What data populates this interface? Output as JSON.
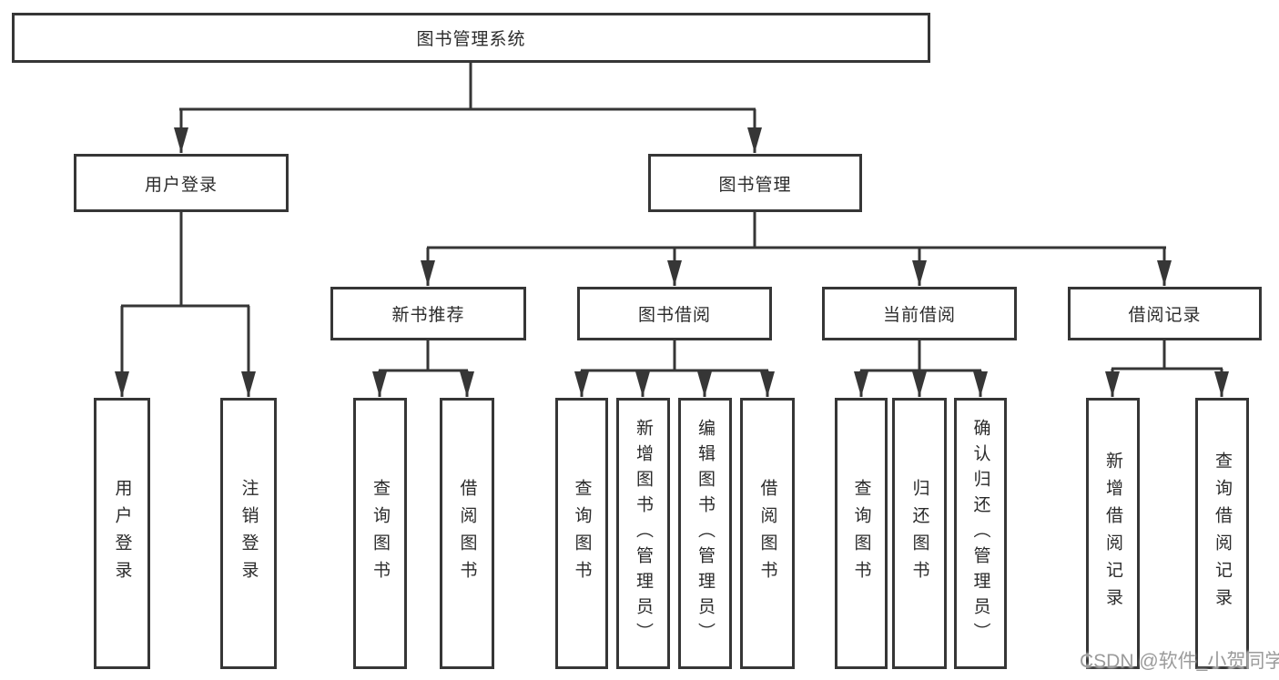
{
  "nodes": {
    "root": {
      "label": "图书管理系统"
    },
    "user_login": {
      "label": "用户登录"
    },
    "book_management": {
      "label": "图书管理"
    },
    "new_book_recommend": {
      "label": "新书推荐"
    },
    "book_borrow": {
      "label": "图书借阅"
    },
    "current_borrow": {
      "label": "当前借阅"
    },
    "borrow_records": {
      "label": "借阅记录"
    },
    "leaf_user_login": {
      "label": "用户登录"
    },
    "leaf_logout": {
      "label": "注销登录"
    },
    "leaf_nbr_query_book": {
      "label": "查询图书"
    },
    "leaf_nbr_borrow_book": {
      "label": "借阅图书"
    },
    "leaf_bb_query_book": {
      "label": "查询图书"
    },
    "leaf_bb_add_book": {
      "label": "新增图书（管理员）"
    },
    "leaf_bb_edit_book": {
      "label": "编辑图书（管理员）"
    },
    "leaf_bb_borrow_book": {
      "label": "借阅图书"
    },
    "leaf_cb_query_book": {
      "label": "查询图书"
    },
    "leaf_cb_return_book": {
      "label": "归还图书"
    },
    "leaf_cb_confirm_return": {
      "label": "确认归还（管理员）"
    },
    "leaf_br_add_record": {
      "label": "新增借阅记录"
    },
    "leaf_br_query_record": {
      "label": "查询借阅记录"
    }
  },
  "structure": {
    "root": [
      "user_login",
      "book_management"
    ],
    "user_login": [
      "leaf_user_login",
      "leaf_logout"
    ],
    "book_management": [
      "new_book_recommend",
      "book_borrow",
      "current_borrow",
      "borrow_records"
    ],
    "new_book_recommend": [
      "leaf_nbr_query_book",
      "leaf_nbr_borrow_book"
    ],
    "book_borrow": [
      "leaf_bb_query_book",
      "leaf_bb_add_book",
      "leaf_bb_edit_book",
      "leaf_bb_borrow_book"
    ],
    "current_borrow": [
      "leaf_cb_query_book",
      "leaf_cb_return_book",
      "leaf_cb_confirm_return"
    ],
    "borrow_records": [
      "leaf_br_add_record",
      "leaf_br_query_record"
    ]
  },
  "watermark": {
    "text": "CSDN @软件_小贺同学"
  },
  "colors": {
    "line": "#363636",
    "box_border": "#363636",
    "text": "#2b2b2b",
    "watermark": "#9b9b9b",
    "background": "#ffffff"
  }
}
